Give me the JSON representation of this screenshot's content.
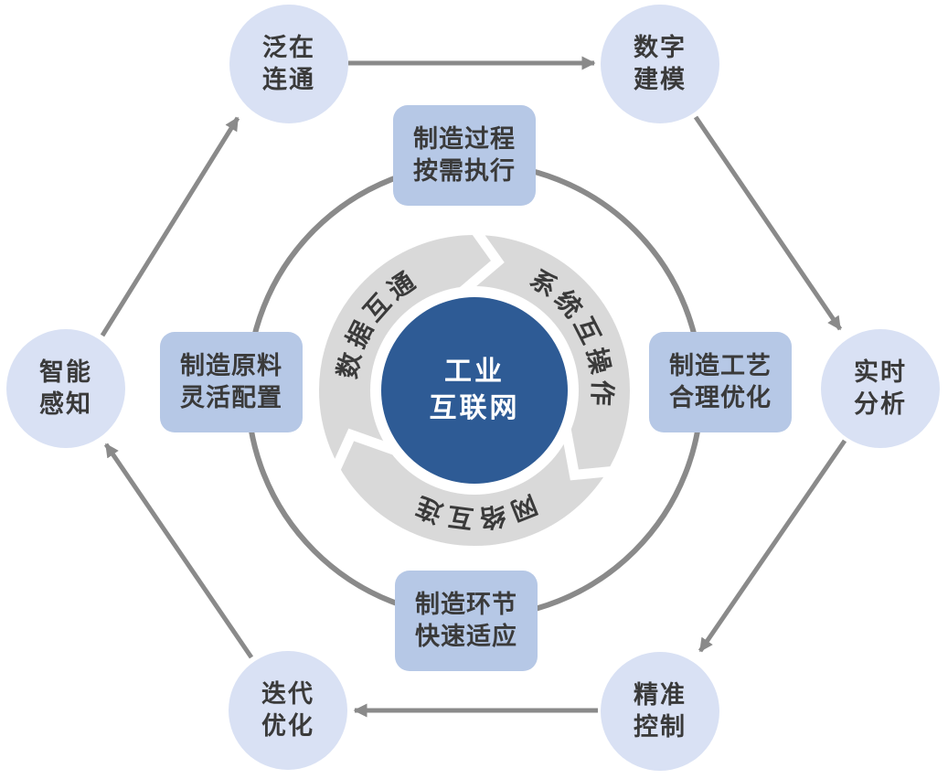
{
  "diagram": {
    "center": {
      "label": "工业\n互联网"
    },
    "ring_labels": [
      {
        "text": "数据互通"
      },
      {
        "text": "系统互操作"
      },
      {
        "text": "网络互连"
      }
    ],
    "boxes": [
      {
        "id": "process-on-demand",
        "label": "制造过程\n按需执行"
      },
      {
        "id": "craft-optimization",
        "label": "制造工艺\n合理优化"
      },
      {
        "id": "link-fast-adapt",
        "label": "制造环节\n快速适应"
      },
      {
        "id": "material-flexible",
        "label": "制造原料\n灵活配置"
      }
    ],
    "nodes": [
      {
        "id": "ubiquitous-connection",
        "label": "泛在\n连通"
      },
      {
        "id": "digital-modeling",
        "label": "数字\n建模"
      },
      {
        "id": "realtime-analysis",
        "label": "实时\n分析"
      },
      {
        "id": "precise-control",
        "label": "精准\n控制"
      },
      {
        "id": "iterative-optimization",
        "label": "迭代\n优化"
      },
      {
        "id": "intelligent-sensing",
        "label": "智能\n感知"
      }
    ],
    "edges": [
      {
        "from": "泛在连通",
        "to": "数字建模"
      },
      {
        "from": "数字建模",
        "to": "实时分析"
      },
      {
        "from": "实时分析",
        "to": "精准控制"
      },
      {
        "from": "精准控制",
        "to": "迭代优化"
      },
      {
        "from": "迭代优化",
        "to": "智能感知"
      },
      {
        "from": "智能感知",
        "to": "泛在连通"
      }
    ],
    "colors": {
      "node_fill": "#d9e1f4",
      "box_fill": "#b6c8e6",
      "center_fill": "#2e5b95",
      "ring_fill": "#d9d9d9",
      "arrow": "#8a8a8a",
      "text_dark": "#3a3a3a",
      "center_text": "#ffffff"
    }
  }
}
